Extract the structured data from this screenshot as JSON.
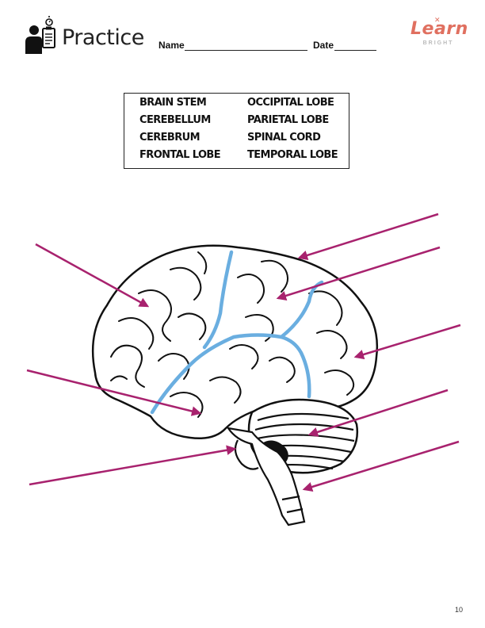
{
  "header": {
    "title": "Practice",
    "name_label": "Name",
    "date_label": "Date",
    "logo": {
      "word": "Learn",
      "subword": "BRIGHT",
      "color": "#e07060"
    }
  },
  "word_bank": {
    "items": [
      "BRAIN STEM",
      "OCCIPITAL LOBE",
      "CEREBELLUM",
      "PARIETAL LOBE",
      "CEREBRUM",
      "SPINAL CORD",
      "FRONTAL LOBE",
      "TEMPORAL LOBE"
    ]
  },
  "diagram": {
    "subject": "brain-side-view",
    "arrow_color": "#a8226e",
    "lobe_boundary_color": "#6aaee0",
    "label_arrow_count": 8
  },
  "footer": {
    "page_number": "10"
  }
}
